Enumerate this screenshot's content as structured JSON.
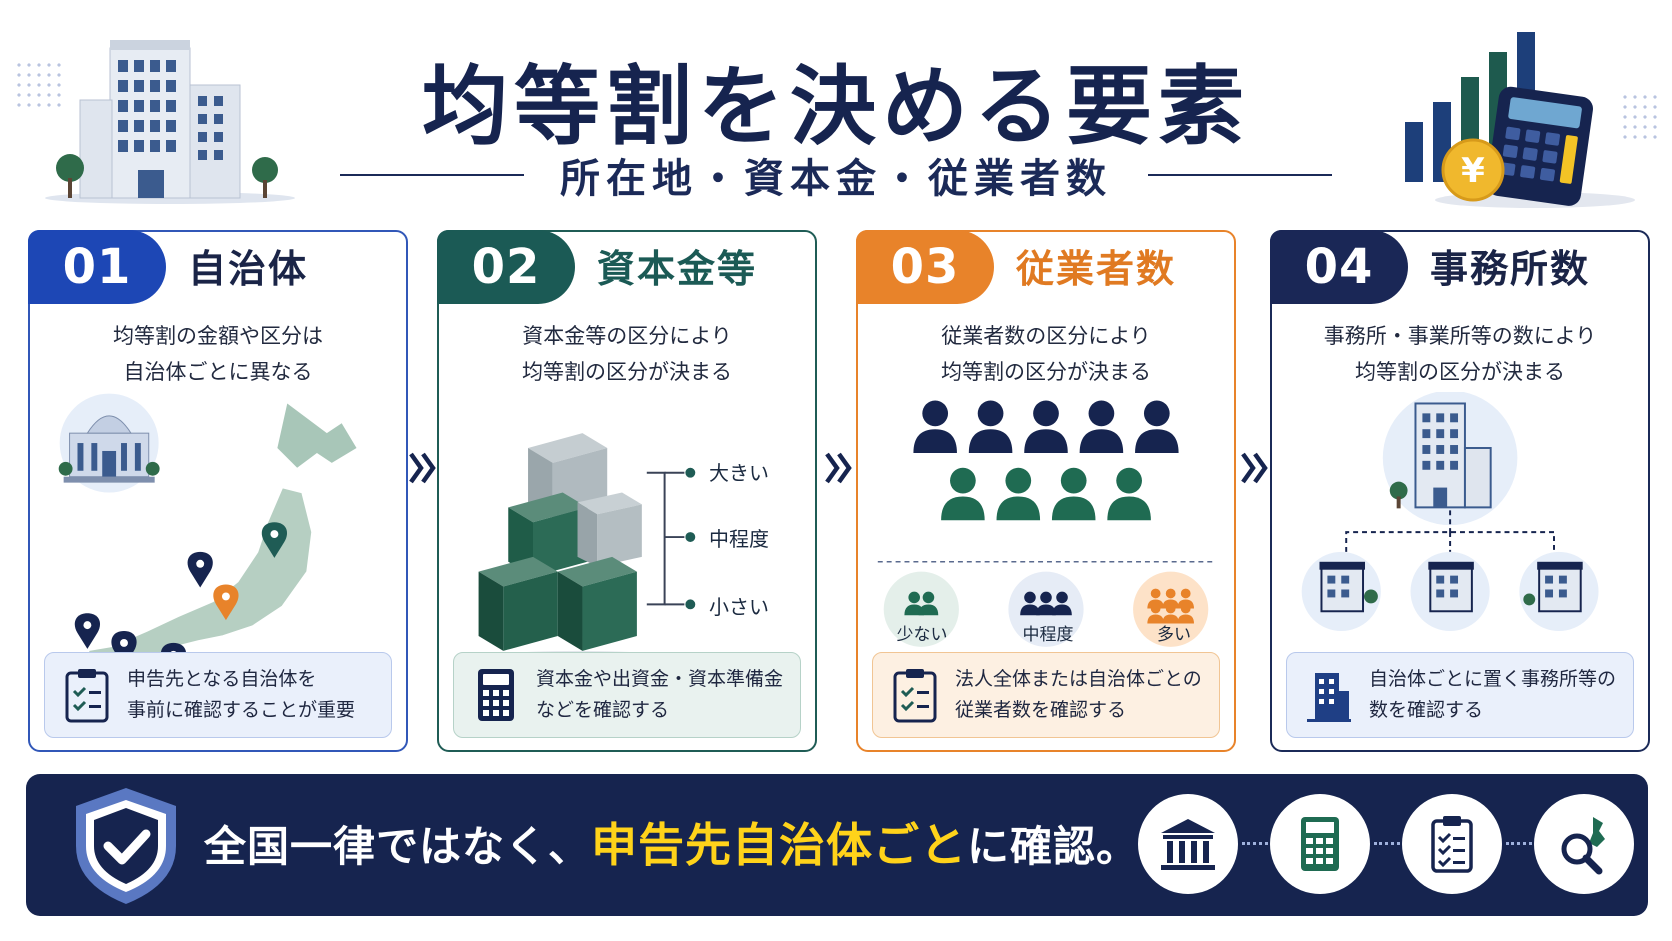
{
  "header": {
    "title": "均等割を決める要素",
    "subtitle": "所在地・資本金・従業者数"
  },
  "cards": [
    {
      "number": "01",
      "title": "自治体",
      "desc_line1": "均等割の金額や区分は",
      "desc_line2": "自治体ごとに異なる",
      "note_line1": "申告先となる自治体を",
      "note_line2": "事前に確認することが重要"
    },
    {
      "number": "02",
      "title": "資本金等",
      "desc_line1": "資本金等の区分により",
      "desc_line2": "均等割の区分が決まる",
      "scale": [
        "大きい",
        "中程度",
        "小さい"
      ],
      "note_line1": "資本金や出資金・資本準備金",
      "note_line2": "などを確認する"
    },
    {
      "number": "03",
      "title": "従業者数",
      "desc_line1": "従業者数の区分により",
      "desc_line2": "均等割の区分が決まる",
      "levels": [
        "少ない",
        "中程度",
        "多い"
      ],
      "note_line1": "法人全体または自治体ごとの",
      "note_line2": "従業者数を確認する"
    },
    {
      "number": "04",
      "title": "事務所数",
      "desc_line1": "事務所・事業所等の数により",
      "desc_line2": "均等割の区分が決まる",
      "note_line1": "自治体ごとに置く事務所等の",
      "note_line2": "数を確認する"
    }
  ],
  "bottom": {
    "text_before": "全国一律ではなく、",
    "text_highlight": "申告先自治体ごと",
    "text_after": "に確認。"
  },
  "colors": {
    "navy": "#16244f",
    "blue": "#1d47b5",
    "green": "#1b5a55",
    "orange": "#e8832a",
    "yellow": "#ffd31a"
  },
  "icons": [
    "building-icon",
    "calculator-icon",
    "yen-coin-icon",
    "city-hall-icon",
    "map-pin-icon",
    "cube-stack-icon",
    "people-icon",
    "office-icon",
    "clipboard-icon",
    "shield-check-icon",
    "bank-icon",
    "search-map-icon"
  ]
}
